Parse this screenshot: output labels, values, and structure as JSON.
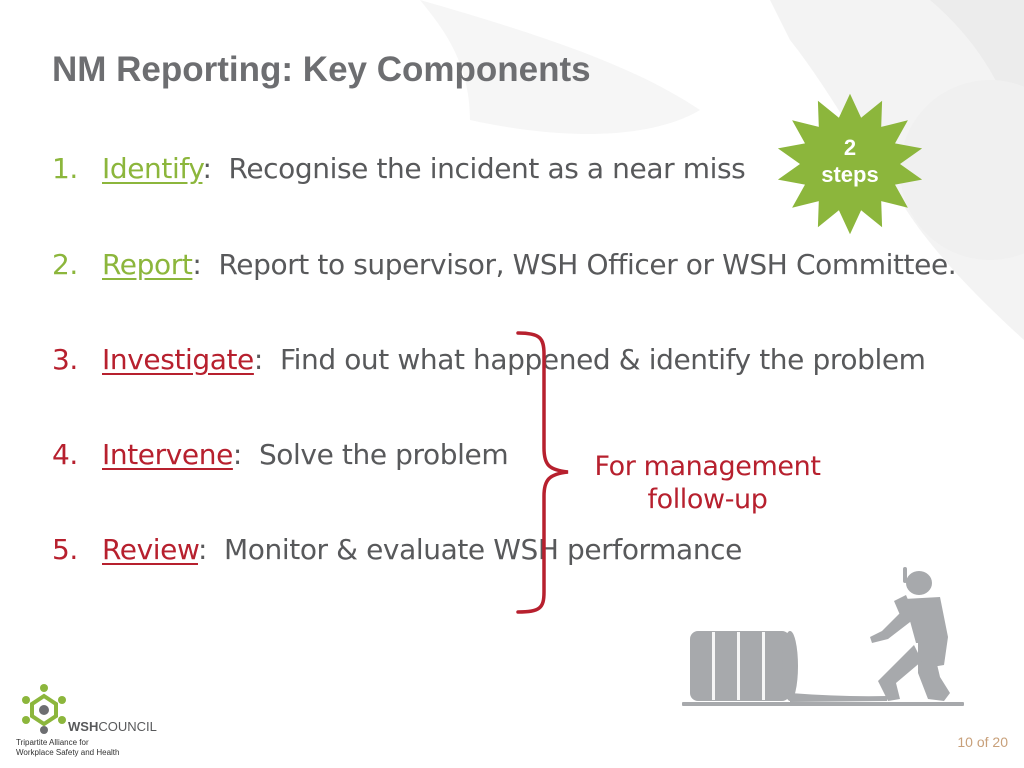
{
  "slide": {
    "title": "NM Reporting: Key Components",
    "items": [
      {
        "num": "1.",
        "keyword": "Identify",
        "sep": ":",
        "text": "  Recognise the incident as a near miss",
        "color": "#8cb63c"
      },
      {
        "num": "2.",
        "keyword": "Report",
        "sep": ":",
        "text": "  Report to supervisor, WSH Officer or WSH Committee.",
        "color": "#8cb63c"
      },
      {
        "num": "3.",
        "keyword": "Investigate",
        "sep": ":",
        "text": "  Find out what happened & identify the problem",
        "color": "#b7202e"
      },
      {
        "num": "4.",
        "keyword": "Intervene",
        "sep": ":",
        "text": "  Solve the problem",
        "color": "#b7202e"
      },
      {
        "num": "5.",
        "keyword": "Review",
        "sep": ":",
        "text": "  Monitor & evaluate WSH performance",
        "color": "#b7202e"
      }
    ],
    "burst": {
      "line1": "2",
      "line2": "steps",
      "color": "#8cb63c"
    },
    "followup": {
      "line1": "For management",
      "line2": "follow-up",
      "color": "#b7202e"
    },
    "page": "10 of 20"
  },
  "logo": {
    "brand_bold": "WSH",
    "brand_rest": "COUNCIL",
    "tagline_line1": "Tripartite Alliance for",
    "tagline_line2": "Workplace Safety and Health"
  },
  "icons": {
    "burst": "starburst-shape",
    "brace": "right-curly-brace",
    "illustration": "worker-with-barrel-icon",
    "logo": "wsh-council-logo-icon"
  }
}
